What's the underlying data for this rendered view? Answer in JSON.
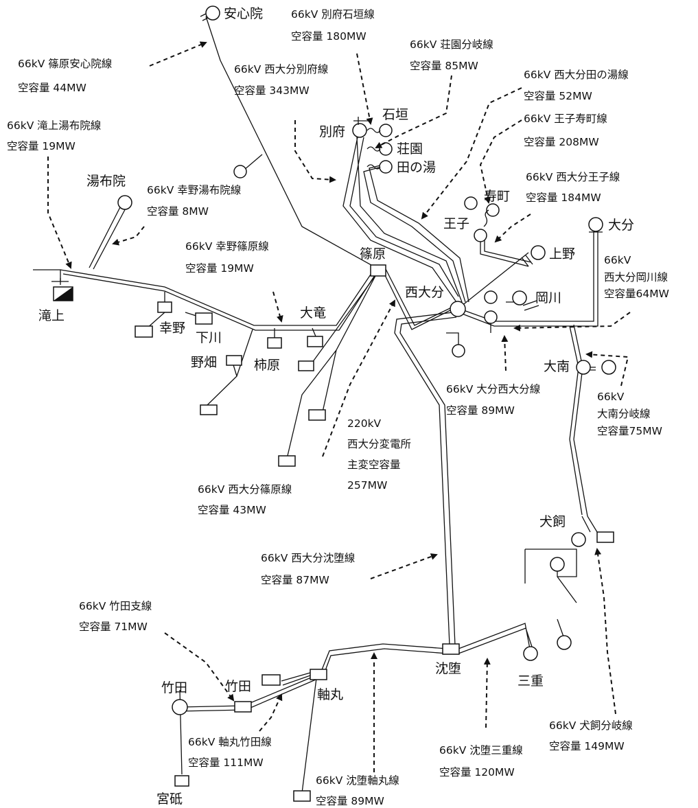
{
  "colors": {
    "line": "#111111",
    "background": "#ffffff"
  },
  "stations": {
    "anshinin": "安心院",
    "yufuin": "湯布院",
    "takigami": "滝上",
    "kono": "幸野",
    "shimokawa": "下川",
    "nobatake": "野畑",
    "kakihara": "柿原",
    "otatsu": "大竜",
    "shinohara": "篠原",
    "beppu": "別府",
    "ishigaki": "石垣",
    "shoen": "荘園",
    "tanoyu": "田の湯",
    "kotobukimachi": "寿町",
    "oji": "王子",
    "oita": "大分",
    "ueno": "上野",
    "nishioita": "西大分",
    "okagawa": "岡川",
    "onan": "大南",
    "inukai": "犬飼",
    "chinda": "沈堕",
    "mie": "三重",
    "jikumaru": "軸丸",
    "taketa_sub": "竹田",
    "taketa": "竹田",
    "miyato": "宮砥"
  },
  "lines": [
    {
      "name": "66kV 篠原安心院線",
      "capacity": "空容量 44MW"
    },
    {
      "name": "66kV 滝上湯布院線",
      "capacity": "空容量 19MW"
    },
    {
      "name": "66kV 幸野湯布院線",
      "capacity": "空容量 8MW"
    },
    {
      "name": "66kV 幸野篠原線",
      "capacity": "空容量 19MW"
    },
    {
      "name": "66kV 別府石垣線",
      "capacity": "空容量 180MW"
    },
    {
      "name": "66kV 西大分別府線",
      "capacity": "空容量 343MW"
    },
    {
      "name": "66kV 荘園分岐線",
      "capacity": "空容量 85MW"
    },
    {
      "name": "66kV 西大分田の湯線",
      "capacity": "空容量 52MW"
    },
    {
      "name": "66kV 王子寿町線",
      "capacity": "空容量 208MW"
    },
    {
      "name": "66kV 西大分王子線",
      "capacity": "空容量 184MW"
    },
    {
      "name": "66kV",
      "name2": "西大分岡川線",
      "capacity": "空容量64MW"
    },
    {
      "name": "66kV 大分西大分線",
      "capacity": "空容量 89MW"
    },
    {
      "name": "66kV",
      "name2": "大南分岐線",
      "capacity": "空容量75MW"
    },
    {
      "name": "66kV 西大分篠原線",
      "capacity": "空容量 43MW"
    },
    {
      "name": "66kV 西大分沈堕線",
      "capacity": "空容量 87MW"
    },
    {
      "name": "66kV 竹田支線",
      "capacity": "空容量 71MW"
    },
    {
      "name": "66kV 軸丸竹田線",
      "capacity": "空容量 111MW"
    },
    {
      "name": "66kV 沈堕軸丸線",
      "capacity": "空容量 89MW"
    },
    {
      "name": "66kV 沈堕三重線",
      "capacity": "空容量 120MW"
    },
    {
      "name": "66kV 犬飼分岐線",
      "capacity": "空容量 149MW"
    }
  ],
  "substation": {
    "voltage": "220kV",
    "name": "西大分変電所",
    "label": "主変空容量",
    "capacity": "257MW"
  }
}
